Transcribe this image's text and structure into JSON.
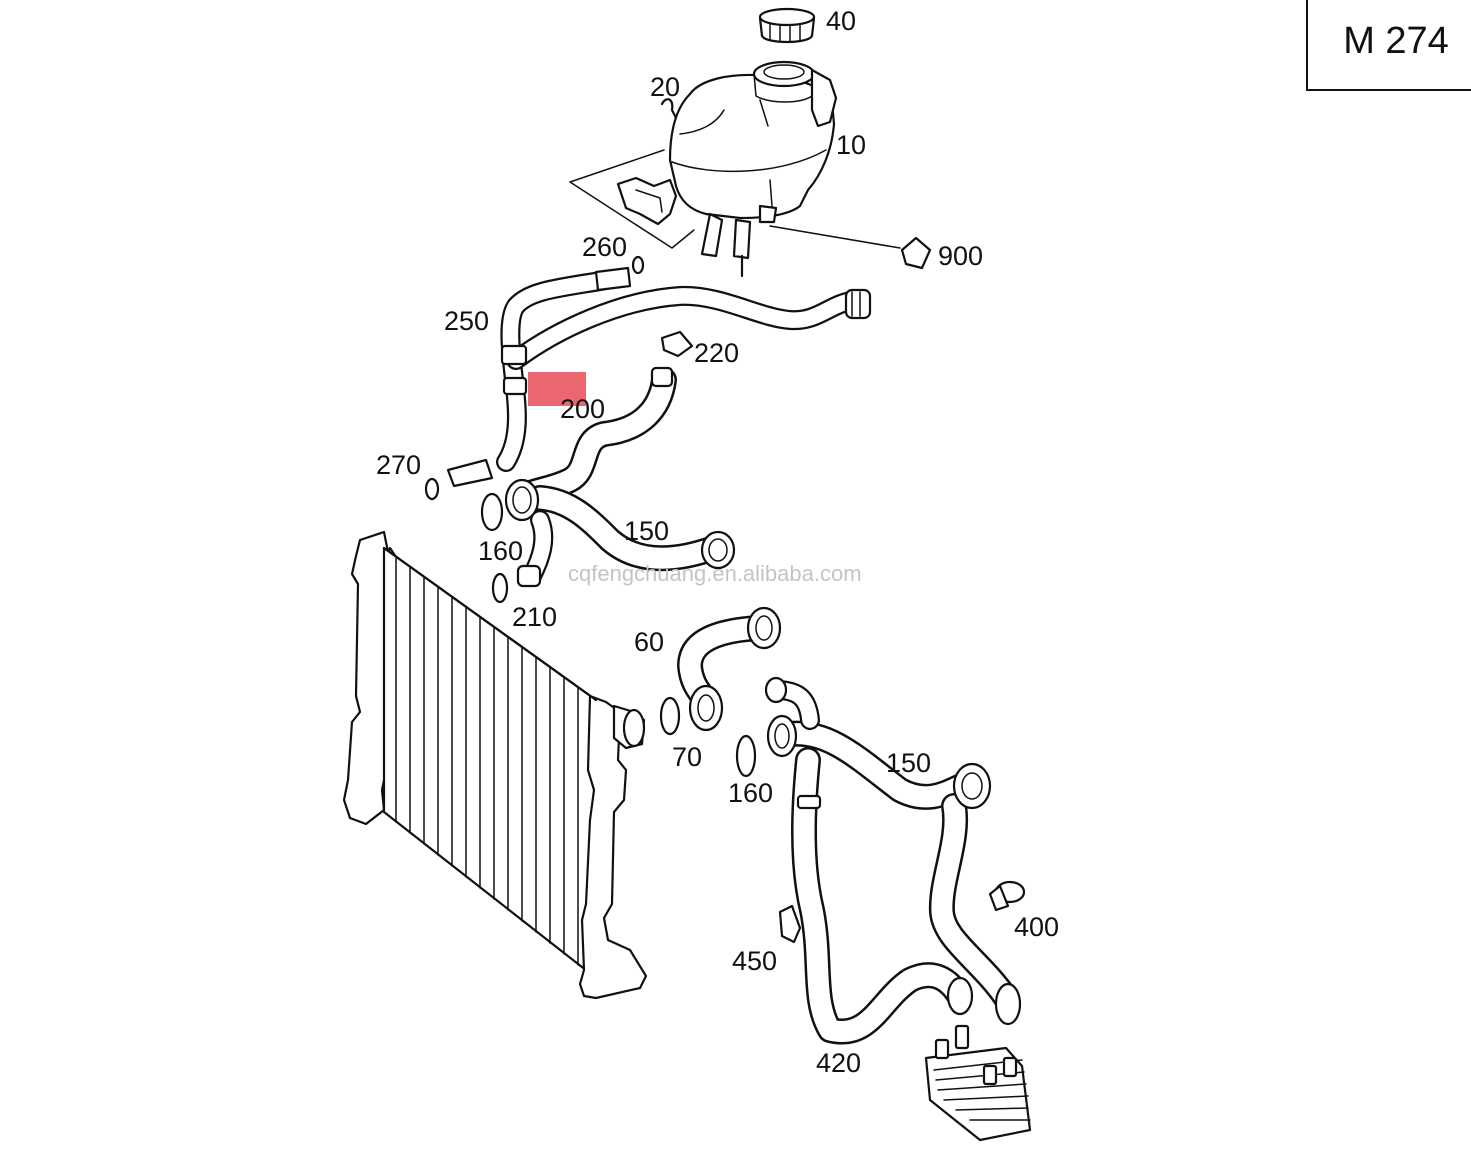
{
  "model": {
    "label": "M 274"
  },
  "watermark": "cqfengchuang.en.alibaba.com",
  "highlight_color": "#e8575f",
  "highlighted_part": "200",
  "parts": [
    {
      "id": "p40",
      "label": "40"
    },
    {
      "id": "p20",
      "label": "20"
    },
    {
      "id": "p10",
      "label": "10"
    },
    {
      "id": "p900",
      "label": "900"
    },
    {
      "id": "p260",
      "label": "260"
    },
    {
      "id": "p250",
      "label": "250"
    },
    {
      "id": "p220",
      "label": "220"
    },
    {
      "id": "p200",
      "label": "200"
    },
    {
      "id": "p270",
      "label": "270"
    },
    {
      "id": "p160a",
      "label": "160"
    },
    {
      "id": "p150a",
      "label": "150"
    },
    {
      "id": "p210",
      "label": "210"
    },
    {
      "id": "p60",
      "label": "60"
    },
    {
      "id": "p70",
      "label": "70"
    },
    {
      "id": "p160b",
      "label": "160"
    },
    {
      "id": "p150b",
      "label": "150"
    },
    {
      "id": "p400",
      "label": "400"
    },
    {
      "id": "p450",
      "label": "450"
    },
    {
      "id": "p420",
      "label": "420"
    }
  ]
}
